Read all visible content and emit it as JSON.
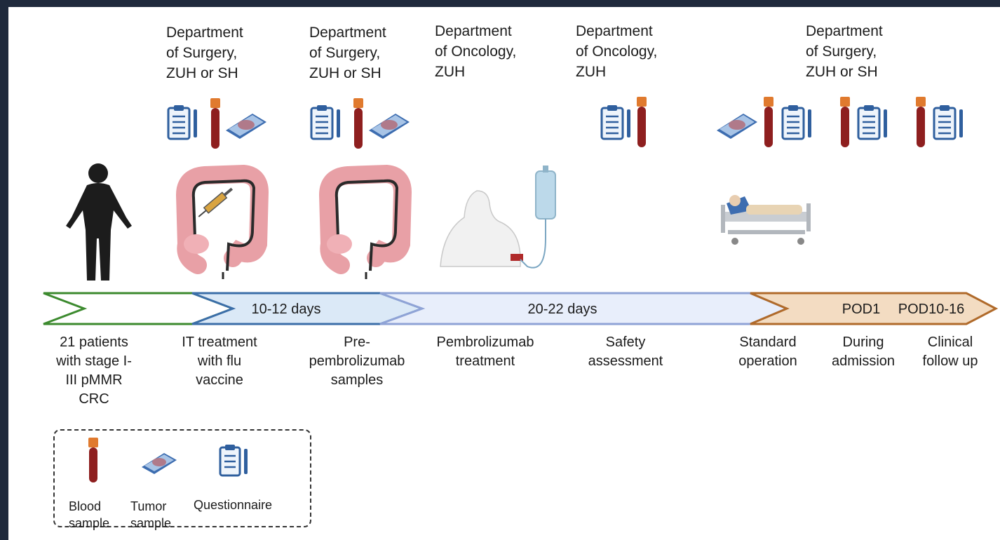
{
  "departments": [
    {
      "id": "d1",
      "text": "Department\nof Surgery,\nZUH or SH"
    },
    {
      "id": "d2",
      "text": "Department\nof Surgery,\nZUH or SH"
    },
    {
      "id": "d3",
      "text": "Department\nof Oncology,\nZUH"
    },
    {
      "id": "d4",
      "text": "Department\nof Oncology,\nZUH"
    },
    {
      "id": "d5",
      "text": "Department\nof Surgery,\nZUH or SH"
    }
  ],
  "timeline": {
    "segment_2_label": "10-12 days",
    "segment_3_label": "20-22 days",
    "segment_4_label_a": "POD1",
    "segment_4_label_b": "POD10-16",
    "colors": {
      "green": "#3c8a2e",
      "blue_dark": "#3b6ea8",
      "blue_light": "#dbe9f7",
      "periwinkle": "#8fa3d6",
      "peri_fill": "#e8eefb",
      "brown": "#b06a2a",
      "tan_fill": "#f3dcc2"
    }
  },
  "steps": [
    {
      "id": "s1",
      "text": "21 patients\nwith stage I-\nIII pMMR\nCRC"
    },
    {
      "id": "s2",
      "text": "IT treatment\nwith flu\nvaccine"
    },
    {
      "id": "s3",
      "text": "Pre-\npembrolizumab\nsamples"
    },
    {
      "id": "s4",
      "text": "Pembrolizumab\ntreatment"
    },
    {
      "id": "s5",
      "text": "Safety\nassessment"
    },
    {
      "id": "s6",
      "text": "Standard\noperation"
    },
    {
      "id": "s7",
      "text": "During\nadmission"
    },
    {
      "id": "s8",
      "text": "Clinical\nfollow up"
    }
  ],
  "legend": {
    "blood": "Blood\nsample",
    "tumor": "Tumor\nsample",
    "questionnaire": "Questionnaire"
  },
  "icons": [
    "patient-silhouette-icon",
    "colon-icon",
    "syringe-icon",
    "iv-infusion-icon",
    "hospital-bed-icon",
    "blood-tube-icon",
    "tumor-sample-icon",
    "questionnaire-icon"
  ]
}
